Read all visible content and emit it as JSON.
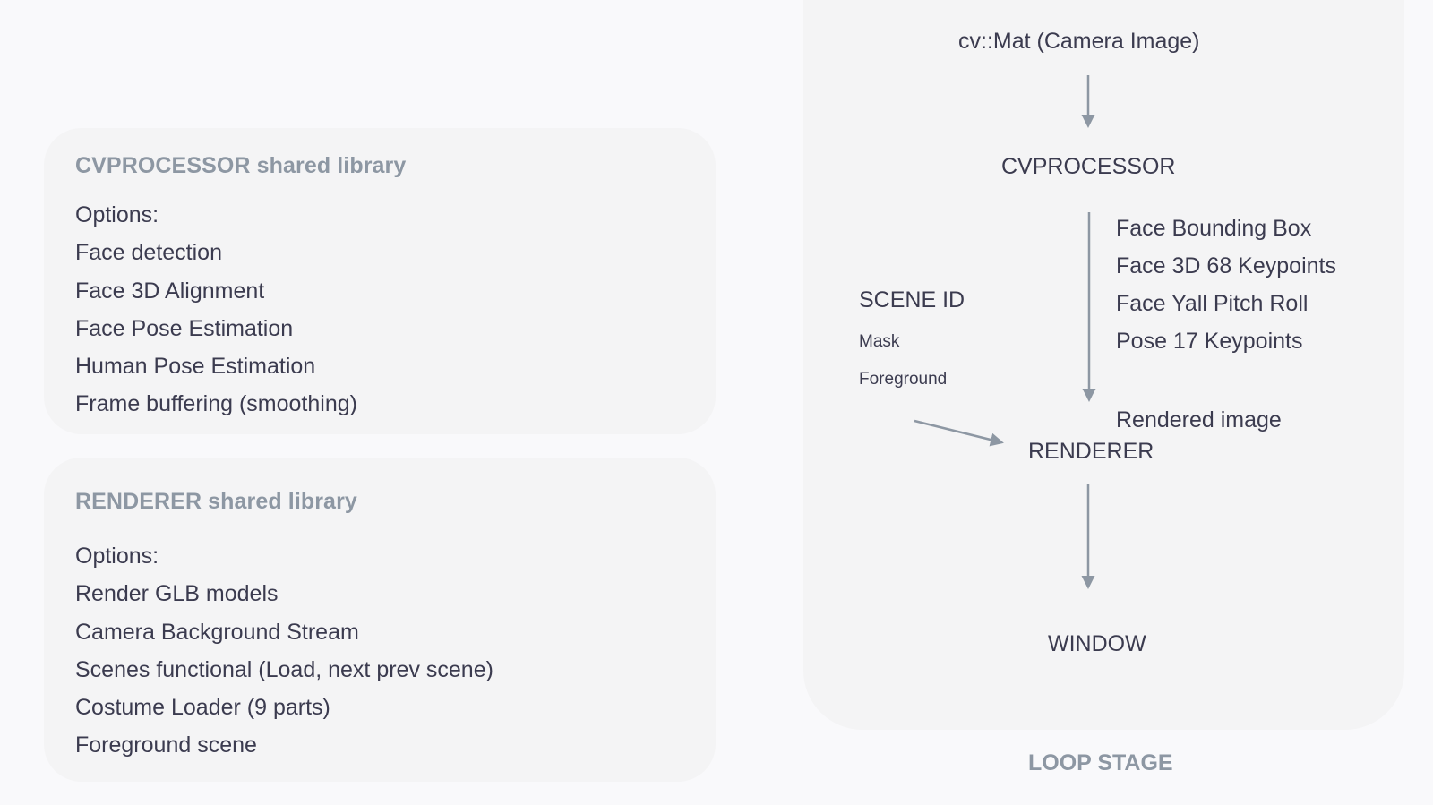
{
  "libraries": {
    "cvprocessor": {
      "title": "CVPROCESSOR shared library",
      "options": [
        "Options:",
        "Face detection",
        "Face 3D Alignment",
        "Face Pose Estimation",
        "Human Pose Estimation",
        "Frame buffering (smoothing)"
      ]
    },
    "renderer": {
      "title": "RENDERER shared library",
      "options": [
        "Options:",
        "Render GLB models",
        "Camera Background Stream",
        "Scenes functional (Load, next prev scene)",
        "Costume Loader (9 parts)",
        "Foreground scene"
      ]
    }
  },
  "loop": {
    "nodes": {
      "input": "cv::Mat (Camera Image)",
      "cvprocessor": "CVPROCESSOR",
      "renderer": "RENDERER",
      "window": "WINDOW"
    },
    "cv_outputs": [
      "Face Bounding Box",
      "Face 3D 68 Keypoints",
      "Face Yall Pitch Roll",
      "Pose 17 Keypoints"
    ],
    "scene": {
      "title": "SCENE ID",
      "items": [
        "Mask",
        "Foreground"
      ]
    },
    "renderer_output": "Rendered image",
    "label": "LOOP STAGE"
  },
  "colors": {
    "arrow": "#8d97a3",
    "title_muted": "#8d97a3",
    "text": "#3b3b4f",
    "card_bg": "#f4f4f5",
    "page_bg": "#f9f9fb"
  }
}
